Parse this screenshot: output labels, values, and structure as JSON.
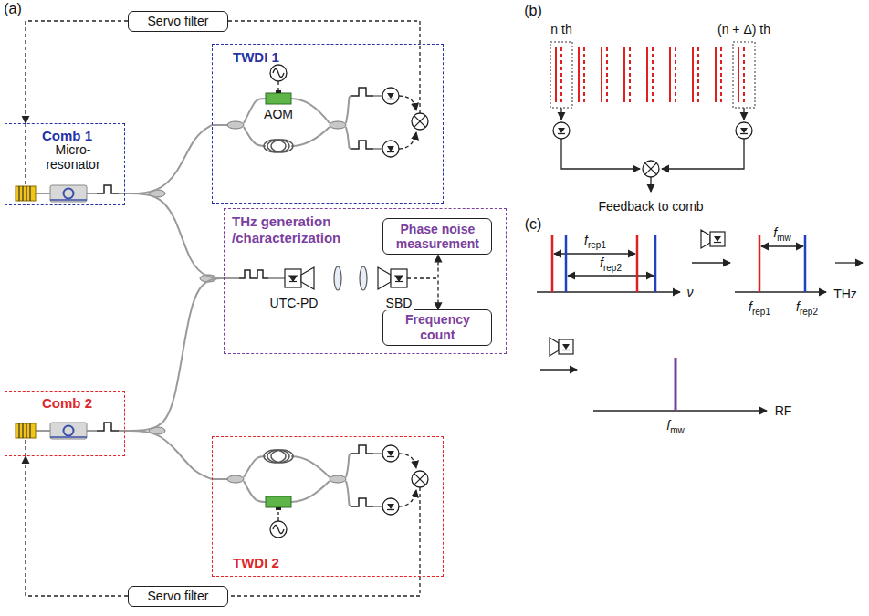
{
  "diagram": {
    "nodes": [
      {
        "text": [
          "Servo filter"
        ]
      },
      {
        "text": [
          "TWDI 1"
        ]
      },
      {
        "text": [
          "Comb 1"
        ]
      },
      {
        "text": [
          "THz generation /characterization"
        ]
      },
      {
        "text": [
          "Phase noise measurement"
        ],
        "in": 3
      },
      {
        "text": [
          "Frequency count"
        ],
        "in": 3
      },
      {
        "text": [
          "Comb 2"
        ]
      },
      {
        "text": [
          "TWDI 2"
        ]
      },
      {
        "text": [
          "Servo filter"
        ]
      }
    ],
    "edges": [
      {
        "from": 2,
        "to": 1,
        "arrow": "none"
      },
      {
        "from": 2,
        "to": 3,
        "arrow": "none"
      },
      {
        "from": 6,
        "to": 3,
        "arrow": "none"
      },
      {
        "from": 6,
        "to": 7,
        "arrow": "none"
      },
      {
        "from": 1,
        "to": 0,
        "arrow": "none"
      },
      {
        "from": 0,
        "to": 2,
        "arrow": "to"
      },
      {
        "from": 7,
        "to": 8,
        "arrow": "none"
      },
      {
        "from": 8,
        "to": 6,
        "arrow": "to"
      },
      {
        "from": 4,
        "to": 5,
        "arrow": "both"
      }
    ],
    "labels": [
      "(a)",
      "AOM",
      "Micro- resonator",
      "UTC-PD",
      "SBD",
      "(b)",
      "n th",
      "(n + Δ) th",
      "Feedback to comb",
      "(c)",
      "frep1",
      "frep2",
      "ν",
      "fmw",
      "THz",
      "frep1",
      "frep2",
      "RF",
      "fmw"
    ]
  }
}
